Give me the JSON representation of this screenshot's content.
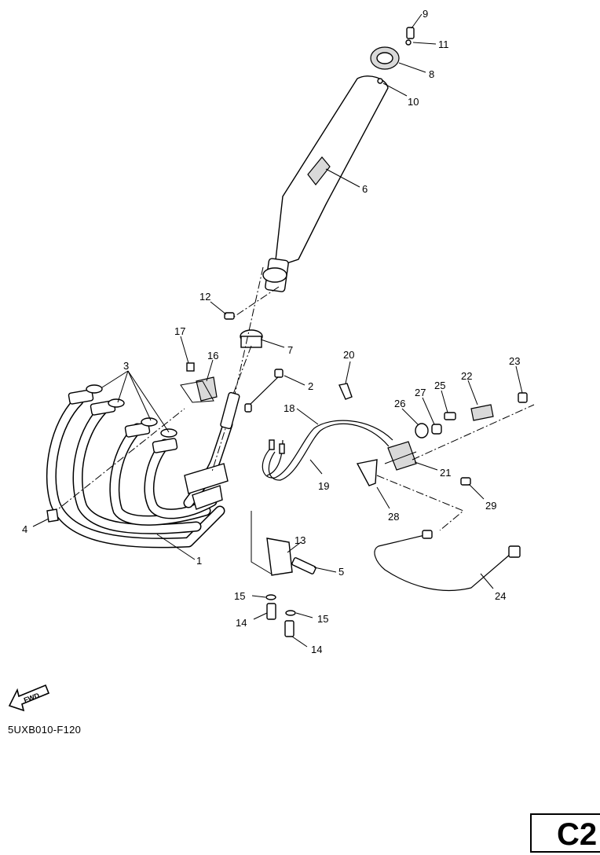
{
  "diagram": {
    "doc_code": "5UXB010-F120",
    "page_label": "C2",
    "fwd_label": "FWD",
    "callouts": {
      "c1": "1",
      "c2": "2",
      "c3": "3",
      "c4": "4",
      "c5": "5",
      "c6": "6",
      "c7": "7",
      "c8": "8",
      "c9": "9",
      "c10": "10",
      "c11": "11",
      "c12": "12",
      "c13": "13",
      "c14a": "14",
      "c14b": "14",
      "c15a": "15",
      "c15b": "15",
      "c16": "16",
      "c17": "17",
      "c18": "18",
      "c19": "19",
      "c20": "20",
      "c21": "21",
      "c22": "22",
      "c23": "23",
      "c24": "24",
      "c25": "25",
      "c26": "26",
      "c27": "27",
      "c28": "28",
      "c29": "29"
    }
  }
}
